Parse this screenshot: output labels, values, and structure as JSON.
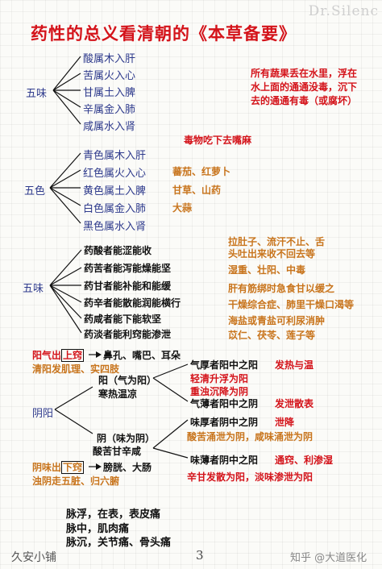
{
  "title": "药性的总义看清朝的《本草备要》",
  "watermark_top": "Dr.Silenc",
  "section1": {
    "label": "五味",
    "items": [
      "酸属木入肝",
      "苦属火入心",
      "甘属土入脾",
      "辛属金入肺",
      "咸属水入肾"
    ],
    "note": [
      "所有蔬果丢在水里，浮在",
      "水上面的通通没毒，沉下",
      "去的通通有毒（或腐坏）"
    ]
  },
  "poison_note": "毒物吃下去嘴麻",
  "section2": {
    "label": "五色",
    "items": [
      "青色属木入肝",
      "红色属火入心",
      "黄色属土入脾",
      "白色属金入肺",
      "黑色属水入肾"
    ],
    "examples": [
      "蕃茄、红萝卜",
      "甘草、山药",
      "大蒜"
    ]
  },
  "section3": {
    "label": "五味",
    "items": [
      "药酸者能涩能收",
      "药苦者能泻能燥能坚",
      "药甘者能补能和能缓",
      "药辛者能散能润能横行",
      "药咸者能下能软坚",
      "药淡者能利窍能渗泄"
    ],
    "notes": [
      "拉肚子、流汗不止、舌",
      "头吐出来收不回去等",
      "湿重、壮阳、中毒",
      "肝有筋绑时急食甘以缓之",
      "干燥综合症、肺里干燥口渴等",
      "海盐或青盐可利尿消肿",
      "苡仁、茯苓、莲子等"
    ]
  },
  "section4": {
    "label": "阴阳",
    "yang_left_pre": "阳气出",
    "yang_left_box": "上窍",
    "yang_left2": "清阳发肌理、实四肢",
    "yang_out": "鼻孔、嘴巴、耳朵",
    "yang_main": "阳（气为阳）",
    "yang_sub": "寒热温凉",
    "qi_thick": "气厚者阳中之阳",
    "qi_thick_note": "发热与温",
    "qi_thick_desc1": "轻清升浮为阳",
    "qi_thick_desc2": "重浊沉降为阴",
    "qi_thin": "气薄者阳中之阴",
    "qi_thin_note": "发泄散表",
    "yin_main": "阴（味为阴）",
    "yin_sub": "酸苦甘辛咸",
    "wei_thick": "味厚者阴中之阴",
    "wei_thick_note": "泄降",
    "wei_thick_desc": "酸苦涌泄为阴，咸味涌泄为阴",
    "wei_thin": "味薄者阴中之阳",
    "wei_thin_note": "通窍、利渗湿",
    "wei_thin_desc": "辛甘发散为阳，淡味渗泄为阳",
    "yin_left_pre": "阴味出",
    "yin_left_box": "下窍",
    "yin_left2": "浊阴走五脏、归六腑",
    "yin_out": "膀胱、大肠"
  },
  "pulse": [
    "脉浮，在表，表皮痛",
    "脉中，肌肉痛",
    "脉沉，关节痛、骨头痛"
  ],
  "footer": {
    "left": "久安小铺",
    "page": "3",
    "right": "知乎 @大道医化"
  }
}
